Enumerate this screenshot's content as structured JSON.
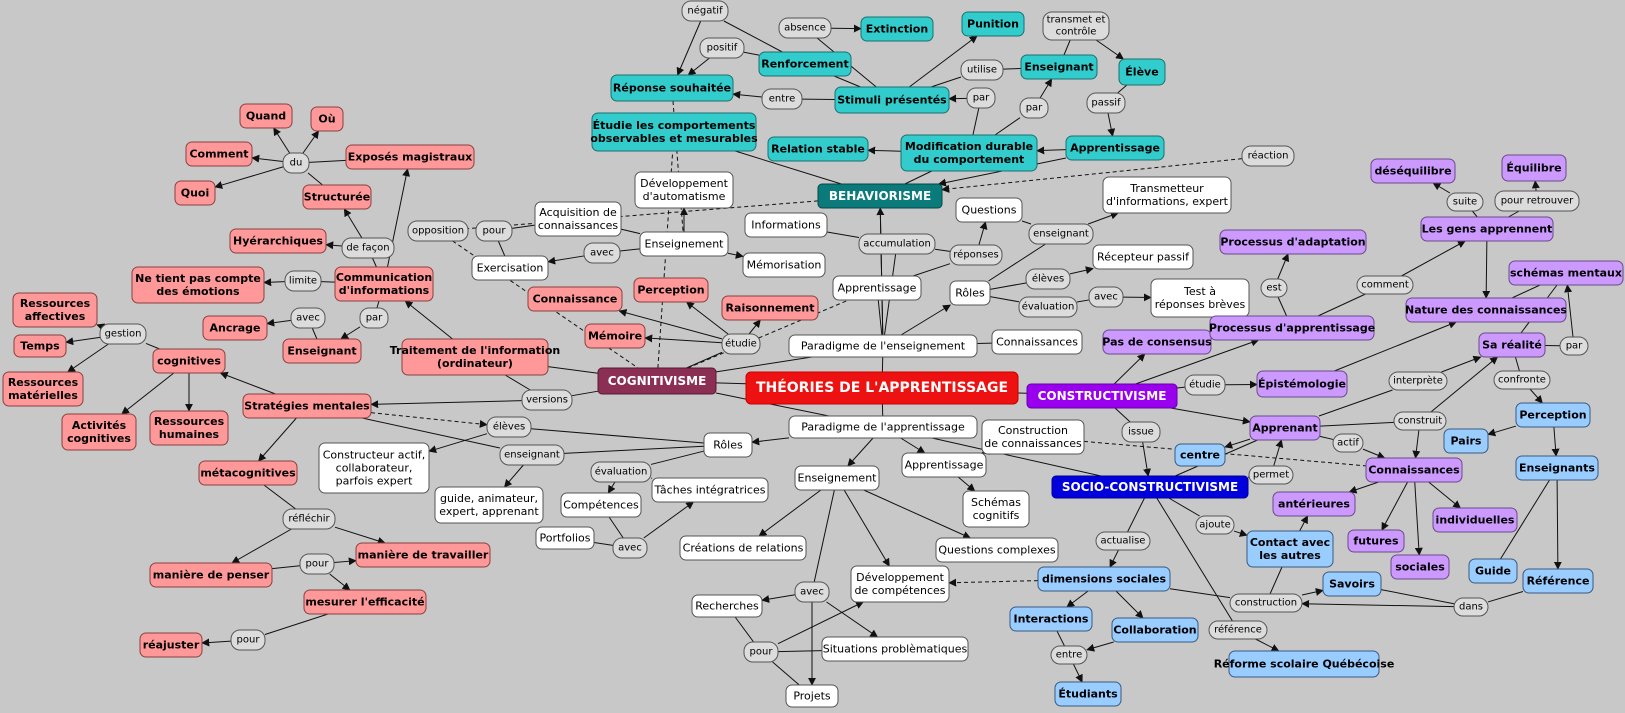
{
  "title": "THÉORIES DE L'APPRENTISSAGE",
  "colors": {
    "background": "#c8c8c8",
    "title": "#ee1111",
    "behaviorisme": "#0b7a7a",
    "behaviorisme_node": "#33cccc",
    "cognitivisme": "#8b2f55",
    "cognitivisme_node": "#ff9999",
    "constructivisme": "#9900ee",
    "constructivisme_node": "#cc99ff",
    "socio": "#0000dd",
    "socio_node": "#99ccff",
    "white_node": "#ffffff",
    "link_label": "#dcdcdc"
  },
  "nodes": [
    {
      "id": "title",
      "t": "title",
      "lines": [
        "THÉORIES DE L'APPRENTISSAGE"
      ]
    },
    {
      "id": "behav",
      "t": "bh",
      "lines": [
        "BEHAVIORISME"
      ]
    },
    {
      "id": "cogn",
      "t": "ch",
      "lines": [
        "COGNITIVISME"
      ]
    },
    {
      "id": "const",
      "t": "kh",
      "lines": [
        "CONSTRUCTIVISME"
      ]
    },
    {
      "id": "socio",
      "t": "sh",
      "lines": [
        "SOCIO-CONSTRUCTIVISME"
      ]
    },
    {
      "id": "parEns",
      "t": "w",
      "lines": [
        "Paradigme de l'enseignement"
      ]
    },
    {
      "id": "parApp",
      "t": "w",
      "lines": [
        "Paradigme de l'apprentissage"
      ]
    },
    {
      "id": "negatif",
      "t": "l",
      "lines": [
        "négatif"
      ]
    },
    {
      "id": "absence",
      "t": "l",
      "lines": [
        "absence"
      ]
    },
    {
      "id": "extinction",
      "t": "b",
      "lines": [
        "Extinction"
      ]
    },
    {
      "id": "punition",
      "t": "b",
      "lines": [
        "Punition"
      ]
    },
    {
      "id": "transmet",
      "t": "l",
      "lines": [
        "transmet et",
        "contrôle"
      ]
    },
    {
      "id": "eleveB",
      "t": "b",
      "lines": [
        "Élève"
      ]
    },
    {
      "id": "positif",
      "t": "l",
      "lines": [
        "positif"
      ]
    },
    {
      "id": "renforcement",
      "t": "b",
      "lines": [
        "Renforcement"
      ]
    },
    {
      "id": "utilise",
      "t": "l",
      "lines": [
        "utilise"
      ]
    },
    {
      "id": "enseignantB",
      "t": "b",
      "lines": [
        "Enseignant"
      ]
    },
    {
      "id": "reponseS",
      "t": "b",
      "lines": [
        "Réponse souhaitée"
      ]
    },
    {
      "id": "entre1",
      "t": "l",
      "lines": [
        "entre"
      ]
    },
    {
      "id": "stimuli",
      "t": "b",
      "lines": [
        "Stimuli présentés"
      ]
    },
    {
      "id": "par1",
      "t": "l",
      "lines": [
        "par"
      ]
    },
    {
      "id": "passif",
      "t": "l",
      "lines": [
        "passif"
      ]
    },
    {
      "id": "par2",
      "t": "l",
      "lines": [
        "par"
      ]
    },
    {
      "id": "etudieComp",
      "t": "b",
      "lines": [
        "Étudie les comportements",
        "observables et mesurables"
      ]
    },
    {
      "id": "relStable",
      "t": "b",
      "lines": [
        "Relation stable"
      ]
    },
    {
      "id": "modif",
      "t": "b",
      "lines": [
        "Modification durable",
        "du comportement"
      ]
    },
    {
      "id": "apprB",
      "t": "b",
      "lines": [
        "Apprentissage"
      ]
    },
    {
      "id": "reaction",
      "t": "l",
      "lines": [
        "réaction"
      ]
    },
    {
      "id": "devAuto",
      "t": "w",
      "lines": [
        "Développement",
        "d'automatisme"
      ]
    },
    {
      "id": "acqCon",
      "t": "w",
      "lines": [
        "Acquisition de",
        "connaissances"
      ]
    },
    {
      "id": "pour1",
      "t": "l",
      "lines": [
        "pour"
      ]
    },
    {
      "id": "opposition",
      "t": "l",
      "lines": [
        "opposition"
      ]
    },
    {
      "id": "informations",
      "t": "w",
      "lines": [
        "Informations"
      ]
    },
    {
      "id": "questions",
      "t": "w",
      "lines": [
        "Questions"
      ]
    },
    {
      "id": "transmetteur",
      "t": "w",
      "lines": [
        "Transmetteur",
        "d'informations, expert"
      ]
    },
    {
      "id": "enseignantL",
      "t": "l",
      "lines": [
        "enseignant"
      ]
    },
    {
      "id": "accumulation",
      "t": "l",
      "lines": [
        "accumulation"
      ]
    },
    {
      "id": "enseignementW",
      "t": "w",
      "lines": [
        "Enseignement"
      ]
    },
    {
      "id": "avec1",
      "t": "l",
      "lines": [
        "avec"
      ]
    },
    {
      "id": "exercisation",
      "t": "w",
      "lines": [
        "Exercisation"
      ]
    },
    {
      "id": "memorisation",
      "t": "w",
      "lines": [
        "Mémorisation"
      ]
    },
    {
      "id": "reponses",
      "t": "l",
      "lines": [
        "réponses"
      ]
    },
    {
      "id": "recepteur",
      "t": "w",
      "lines": [
        "Récepteur passif"
      ]
    },
    {
      "id": "apprentW",
      "t": "w",
      "lines": [
        "Apprentissage"
      ]
    },
    {
      "id": "roles1",
      "t": "w",
      "lines": [
        "Rôles"
      ]
    },
    {
      "id": "eleves1",
      "t": "l",
      "lines": [
        "élèves"
      ]
    },
    {
      "id": "evaluation1",
      "t": "l",
      "lines": [
        "évaluation"
      ]
    },
    {
      "id": "avec2",
      "t": "l",
      "lines": [
        "avec"
      ]
    },
    {
      "id": "test",
      "t": "w",
      "lines": [
        "Test à",
        "réponses brèves"
      ]
    },
    {
      "id": "connaissW",
      "t": "w",
      "lines": [
        "Connaissances"
      ]
    },
    {
      "id": "quand",
      "t": "c",
      "lines": [
        "Quand"
      ]
    },
    {
      "id": "ou",
      "t": "c",
      "lines": [
        "Où"
      ]
    },
    {
      "id": "comment",
      "t": "c",
      "lines": [
        "Comment"
      ]
    },
    {
      "id": "du",
      "t": "l",
      "lines": [
        "du"
      ]
    },
    {
      "id": "exposes",
      "t": "c",
      "lines": [
        "Exposés magistraux"
      ]
    },
    {
      "id": "quoi",
      "t": "c",
      "lines": [
        "Quoi"
      ]
    },
    {
      "id": "structuree",
      "t": "c",
      "lines": [
        "Structurée"
      ]
    },
    {
      "id": "hierarchiques",
      "t": "c",
      "lines": [
        "Hyérarchiques"
      ]
    },
    {
      "id": "defacon",
      "t": "l",
      "lines": [
        "de façon"
      ]
    },
    {
      "id": "neTient",
      "t": "c",
      "lines": [
        "Ne tient pas compte",
        "des émotions"
      ]
    },
    {
      "id": "limite",
      "t": "l",
      "lines": [
        "limite"
      ]
    },
    {
      "id": "commInfo",
      "t": "c",
      "lines": [
        "Communication",
        "d'informations"
      ]
    },
    {
      "id": "ressAff",
      "t": "c",
      "lines": [
        "Ressources",
        "affectives"
      ]
    },
    {
      "id": "gestion",
      "t": "l",
      "lines": [
        "gestion"
      ]
    },
    {
      "id": "temps",
      "t": "c",
      "lines": [
        "Temps"
      ]
    },
    {
      "id": "ancrage",
      "t": "c",
      "lines": [
        "Ancrage"
      ]
    },
    {
      "id": "avec3",
      "t": "l",
      "lines": [
        "avec"
      ]
    },
    {
      "id": "par3",
      "t": "l",
      "lines": [
        "par"
      ]
    },
    {
      "id": "enseignantC",
      "t": "c",
      "lines": [
        "Enseignant"
      ]
    },
    {
      "id": "ressMat",
      "t": "c",
      "lines": [
        "Ressources",
        "matérielles"
      ]
    },
    {
      "id": "cognitives",
      "t": "c",
      "lines": [
        "cognitives"
      ]
    },
    {
      "id": "traitement",
      "t": "c",
      "lines": [
        "Traitement de l'information",
        "(ordinateur)"
      ]
    },
    {
      "id": "connaissC",
      "t": "c",
      "lines": [
        "Connaissance"
      ]
    },
    {
      "id": "perceptionC",
      "t": "c",
      "lines": [
        "Perception"
      ]
    },
    {
      "id": "raisonnement",
      "t": "c",
      "lines": [
        "Raisonnement"
      ]
    },
    {
      "id": "memoire",
      "t": "c",
      "lines": [
        "Mémoire"
      ]
    },
    {
      "id": "etude",
      "t": "l",
      "lines": [
        "étudie"
      ]
    },
    {
      "id": "activites",
      "t": "c",
      "lines": [
        "Activités",
        "cognitives"
      ]
    },
    {
      "id": "ressHum",
      "t": "c",
      "lines": [
        "Ressources",
        "humaines"
      ]
    },
    {
      "id": "strategies",
      "t": "c",
      "lines": [
        "Stratégies mentales"
      ]
    },
    {
      "id": "versions",
      "t": "l",
      "lines": [
        "versions"
      ]
    },
    {
      "id": "eleves2",
      "t": "l",
      "lines": [
        "élèves"
      ]
    },
    {
      "id": "metacog",
      "t": "c",
      "lines": [
        "métacognitives"
      ]
    },
    {
      "id": "constructeur",
      "t": "w",
      "lines": [
        "Constructeur actif,",
        "collaborateur,",
        "parfois expert"
      ]
    },
    {
      "id": "enseignant2",
      "t": "l",
      "lines": [
        "enseignant"
      ]
    },
    {
      "id": "guide",
      "t": "w",
      "lines": [
        "guide, animateur,",
        "expert, apprenant"
      ]
    },
    {
      "id": "reflechir",
      "t": "l",
      "lines": [
        "réfléchir"
      ]
    },
    {
      "id": "maniereTrav",
      "t": "c",
      "lines": [
        "manière de travailler"
      ]
    },
    {
      "id": "manierePens",
      "t": "c",
      "lines": [
        "manière de penser"
      ]
    },
    {
      "id": "pour2",
      "t": "l",
      "lines": [
        "pour"
      ]
    },
    {
      "id": "mesurer",
      "t": "c",
      "lines": [
        "mesurer l'efficacité"
      ]
    },
    {
      "id": "reajuster",
      "t": "c",
      "lines": [
        "réajuster"
      ]
    },
    {
      "id": "pour3",
      "t": "l",
      "lines": [
        "pour"
      ]
    },
    {
      "id": "roles2",
      "t": "w",
      "lines": [
        "Rôles"
      ]
    },
    {
      "id": "evaluation2",
      "t": "l",
      "lines": [
        "évaluation"
      ]
    },
    {
      "id": "taches",
      "t": "w",
      "lines": [
        "Tâches intégratrices"
      ]
    },
    {
      "id": "competences",
      "t": "w",
      "lines": [
        "Compétences"
      ]
    },
    {
      "id": "portfolios",
      "t": "w",
      "lines": [
        "Portfolios"
      ]
    },
    {
      "id": "avec4",
      "t": "l",
      "lines": [
        "avec"
      ]
    },
    {
      "id": "enseignement2",
      "t": "w",
      "lines": [
        "Enseignement"
      ]
    },
    {
      "id": "apprent2",
      "t": "w",
      "lines": [
        "Apprentissage"
      ]
    },
    {
      "id": "constCon",
      "t": "w",
      "lines": [
        "Construction",
        "de connaissances"
      ]
    },
    {
      "id": "schemasCog",
      "t": "w",
      "lines": [
        "Schémas",
        "cognitifs"
      ]
    },
    {
      "id": "creations",
      "t": "w",
      "lines": [
        "Créations de relations"
      ]
    },
    {
      "id": "questComp",
      "t": "w",
      "lines": [
        "Questions complexes"
      ]
    },
    {
      "id": "devComp",
      "t": "w",
      "lines": [
        "Développement",
        "de compétences"
      ]
    },
    {
      "id": "recherches",
      "t": "w",
      "lines": [
        "Recherches"
      ]
    },
    {
      "id": "avec5",
      "t": "l",
      "lines": [
        "avec"
      ]
    },
    {
      "id": "pour4",
      "t": "l",
      "lines": [
        "pour"
      ]
    },
    {
      "id": "situations",
      "t": "w",
      "lines": [
        "Situations problèmatiques"
      ]
    },
    {
      "id": "projets",
      "t": "w",
      "lines": [
        "Projets"
      ]
    },
    {
      "id": "desequilibre",
      "t": "k",
      "lines": [
        "déséquilibre"
      ]
    },
    {
      "id": "equilibre",
      "t": "k",
      "lines": [
        "Équilibre"
      ]
    },
    {
      "id": "suite",
      "t": "l",
      "lines": [
        "suite"
      ]
    },
    {
      "id": "pourRetrouver",
      "t": "l",
      "lines": [
        "pour retrouver"
      ]
    },
    {
      "id": "gensApp",
      "t": "k",
      "lines": [
        "Les gens apprennent"
      ]
    },
    {
      "id": "procAdapt",
      "t": "k",
      "lines": [
        "Processus d'adaptation"
      ]
    },
    {
      "id": "schemasMent",
      "t": "k",
      "lines": [
        "schémas mentaux"
      ]
    },
    {
      "id": "est",
      "t": "l",
      "lines": [
        "est"
      ]
    },
    {
      "id": "commentL",
      "t": "l",
      "lines": [
        "comment"
      ]
    },
    {
      "id": "natureCon",
      "t": "k",
      "lines": [
        "Nature des connaissances"
      ]
    },
    {
      "id": "pasConsensus",
      "t": "k",
      "lines": [
        "Pas de consensus"
      ]
    },
    {
      "id": "procApp",
      "t": "k",
      "lines": [
        "Processus d'apprentissage"
      ]
    },
    {
      "id": "saRealite",
      "t": "k",
      "lines": [
        "Sa réalité"
      ]
    },
    {
      "id": "par4",
      "t": "l",
      "lines": [
        "par"
      ]
    },
    {
      "id": "etudieK",
      "t": "l",
      "lines": [
        "étudie"
      ]
    },
    {
      "id": "epistemologie",
      "t": "k",
      "lines": [
        "Épistémologie"
      ]
    },
    {
      "id": "interprete",
      "t": "l",
      "lines": [
        "interprète"
      ]
    },
    {
      "id": "confronte",
      "t": "l",
      "lines": [
        "confronte"
      ]
    },
    {
      "id": "issue",
      "t": "l",
      "lines": [
        "issue"
      ]
    },
    {
      "id": "apprenant",
      "t": "k",
      "lines": [
        "Apprenant"
      ]
    },
    {
      "id": "construit",
      "t": "l",
      "lines": [
        "construit"
      ]
    },
    {
      "id": "actif",
      "t": "l",
      "lines": [
        "actif"
      ]
    },
    {
      "id": "perceptionS",
      "t": "s",
      "lines": [
        "Perception"
      ]
    },
    {
      "id": "pairs",
      "t": "s",
      "lines": [
        "Pairs"
      ]
    },
    {
      "id": "centre",
      "t": "s",
      "lines": [
        "centre"
      ]
    },
    {
      "id": "connaissK",
      "t": "k",
      "lines": [
        "Connaissances"
      ]
    },
    {
      "id": "enseignantsS",
      "t": "s",
      "lines": [
        "Enseignants"
      ]
    },
    {
      "id": "permet",
      "t": "l",
      "lines": [
        "permet"
      ]
    },
    {
      "id": "anterieures",
      "t": "k",
      "lines": [
        "antérieures"
      ]
    },
    {
      "id": "individuelles",
      "t": "k",
      "lines": [
        "individuelles"
      ]
    },
    {
      "id": "ajoute",
      "t": "l",
      "lines": [
        "ajoute"
      ]
    },
    {
      "id": "contact",
      "t": "s",
      "lines": [
        "Contact avec",
        "les autres"
      ]
    },
    {
      "id": "futures",
      "t": "k",
      "lines": [
        "futures"
      ]
    },
    {
      "id": "actualise",
      "t": "l",
      "lines": [
        "actualise"
      ]
    },
    {
      "id": "sociales",
      "t": "k",
      "lines": [
        "sociales"
      ]
    },
    {
      "id": "guideS",
      "t": "s",
      "lines": [
        "Guide"
      ]
    },
    {
      "id": "reference",
      "t": "s",
      "lines": [
        "Référence"
      ]
    },
    {
      "id": "dimSoc",
      "t": "s",
      "lines": [
        "dimensions sociales"
      ]
    },
    {
      "id": "savoirs",
      "t": "s",
      "lines": [
        "Savoirs"
      ]
    },
    {
      "id": "construction",
      "t": "l",
      "lines": [
        "construction"
      ]
    },
    {
      "id": "dans",
      "t": "l",
      "lines": [
        "dans"
      ]
    },
    {
      "id": "interactions",
      "t": "s",
      "lines": [
        "Interactions"
      ]
    },
    {
      "id": "collaboration",
      "t": "s",
      "lines": [
        "Collaboration"
      ]
    },
    {
      "id": "referenceL",
      "t": "l",
      "lines": [
        "référence"
      ]
    },
    {
      "id": "entre2",
      "t": "l",
      "lines": [
        "entre"
      ]
    },
    {
      "id": "reforme",
      "t": "s",
      "lines": [
        "Réforme scolaire Québécoise"
      ]
    },
    {
      "id": "etudiants",
      "t": "s",
      "lines": [
        "Étudiants"
      ]
    }
  ]
}
